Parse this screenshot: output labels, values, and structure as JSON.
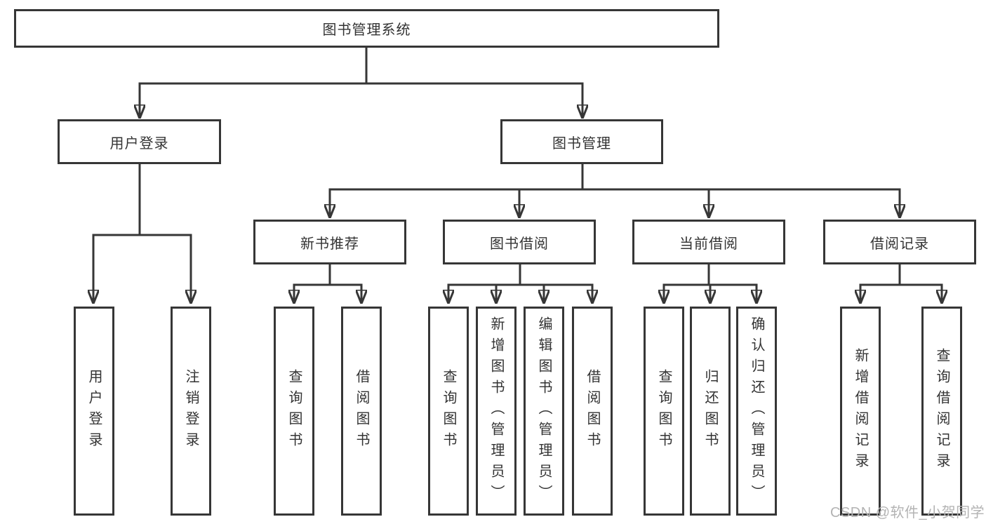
{
  "diagram": {
    "root": {
      "label": "图书管理系统"
    },
    "branches": {
      "user_login": {
        "label": "用户登录"
      },
      "book_mgmt": {
        "label": "图书管理"
      }
    },
    "modules": {
      "new_books": {
        "label": "新书推荐"
      },
      "book_borrow": {
        "label": "图书借阅"
      },
      "current_borrow": {
        "label": "当前借阅"
      },
      "borrow_records": {
        "label": "借阅记录"
      }
    },
    "leaves": {
      "user_login": [
        "用户登录",
        "注销登录"
      ],
      "new_books": [
        "查询图书",
        "借阅图书"
      ],
      "book_borrow": [
        "查询图书",
        "新增图书（管理员）",
        "编辑图书（管理员）",
        "借阅图书"
      ],
      "current_borrow": [
        "查询图书",
        "归还图书",
        "确认归还（管理员）"
      ],
      "borrow_records": [
        "新增借阅记录",
        "查询借阅记录"
      ]
    }
  },
  "watermark": "CSDN @软件_小贺同学",
  "colors": {
    "line": "#363636",
    "text": "#333333",
    "watermark": "#b3b3b3",
    "background": "#ffffff"
  }
}
